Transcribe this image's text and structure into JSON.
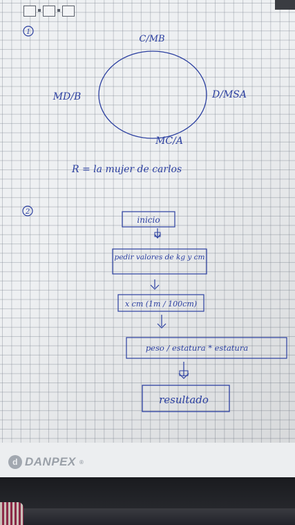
{
  "sheet": {
    "brand": "DANPEX",
    "brand_mark": "®",
    "brand_icon": "danpex-logo-icon"
  },
  "section1": {
    "number": "1",
    "label_top": "C/MB",
    "label_left": "MD/B",
    "label_right": "D/MSA",
    "label_bottom": "MC/A",
    "answer": "R = la mujer de carlos"
  },
  "section2": {
    "number": "2",
    "steps": [
      "inicio",
      "pedir valores de kg y cm",
      "x cm (1m / 100cm)",
      "peso / estatura * estatura",
      "resultado"
    ]
  },
  "colors": {
    "ink": "#2b3fa0",
    "paper": "#eef0f2",
    "grid": "#78808c"
  }
}
